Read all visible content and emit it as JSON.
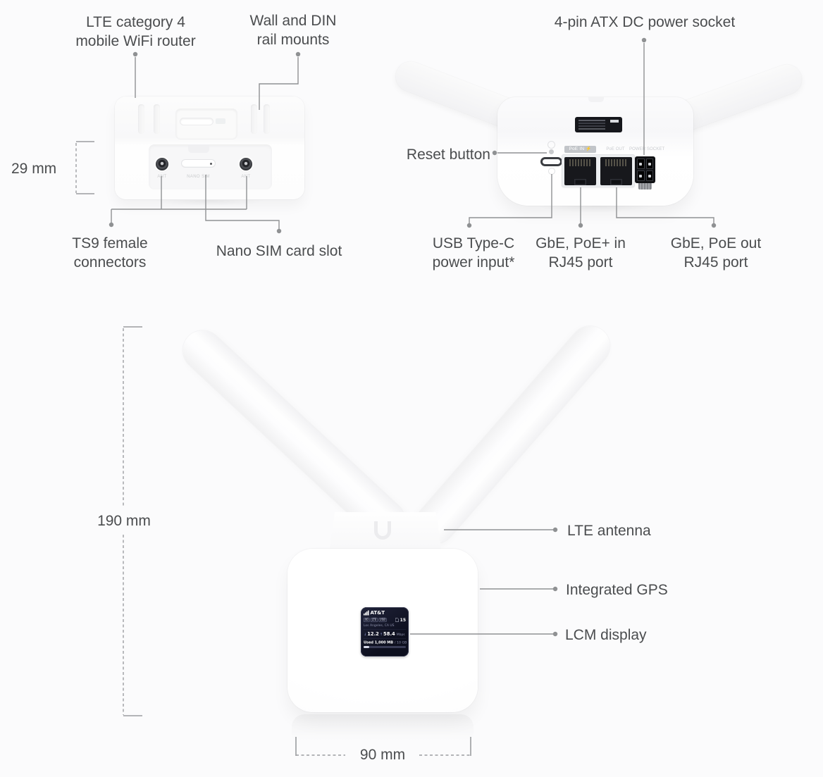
{
  "background": "#fbfbfc",
  "colors": {
    "bg": "#fbfbfc",
    "label_text": "#4b4d4f",
    "leader_line": "#8f9193",
    "lcm_bg": "#0d0f1e",
    "port_black": "#17181c",
    "badge_gray": "#c2c5c9"
  },
  "bottom_view": {
    "callout_router_line1": "LTE category 4",
    "callout_router_line2": "mobile WiFi router",
    "callout_mounts_line1": "Wall and DIN",
    "callout_mounts_line2": "rail mounts",
    "callout_ts9_line1": "TS9 female",
    "callout_ts9_line2": "connectors",
    "callout_sim": "Nano SIM card slot",
    "dim_height": "29 mm",
    "ant_left_label": "ANT",
    "ant_right_label": "ANT",
    "sim_slot_label": "NANO SIM"
  },
  "back_view": {
    "callout_power_socket": "4-pin ATX DC power socket",
    "callout_reset": "Reset button",
    "callout_usb_line1": "USB Type-C",
    "callout_usb_line2": "power input*",
    "callout_poe_in_line1": "GbE, PoE+ in",
    "callout_poe_in_line2": "RJ45 port",
    "callout_poe_out_line1": "GbE, PoE out",
    "callout_poe_out_line2": "RJ45 port",
    "panel_poe_in": "PoE IN ⚡",
    "panel_poe_out": "PoE OUT",
    "panel_power_socket": "POWER SOCKET"
  },
  "front_view": {
    "callout_antenna": "LTE antenna",
    "callout_gps": "Integrated GPS",
    "callout_lcm": "LCM display",
    "dim_height": "190 mm",
    "dim_width": "90 mm",
    "lcm": {
      "carrier": "AT&T",
      "badge1": "4G",
      "badge2": "LTE",
      "badge3": "USB",
      "sim_count": "15",
      "location": "Los Angeles, CA US",
      "down_arrow": "↓",
      "down_speed": "12.2",
      "up_arrow": "↑",
      "up_speed": "58.4",
      "speed_unit": "Mbps",
      "used": "Used 1,000 MB",
      "total": "/ 10 GB"
    }
  }
}
